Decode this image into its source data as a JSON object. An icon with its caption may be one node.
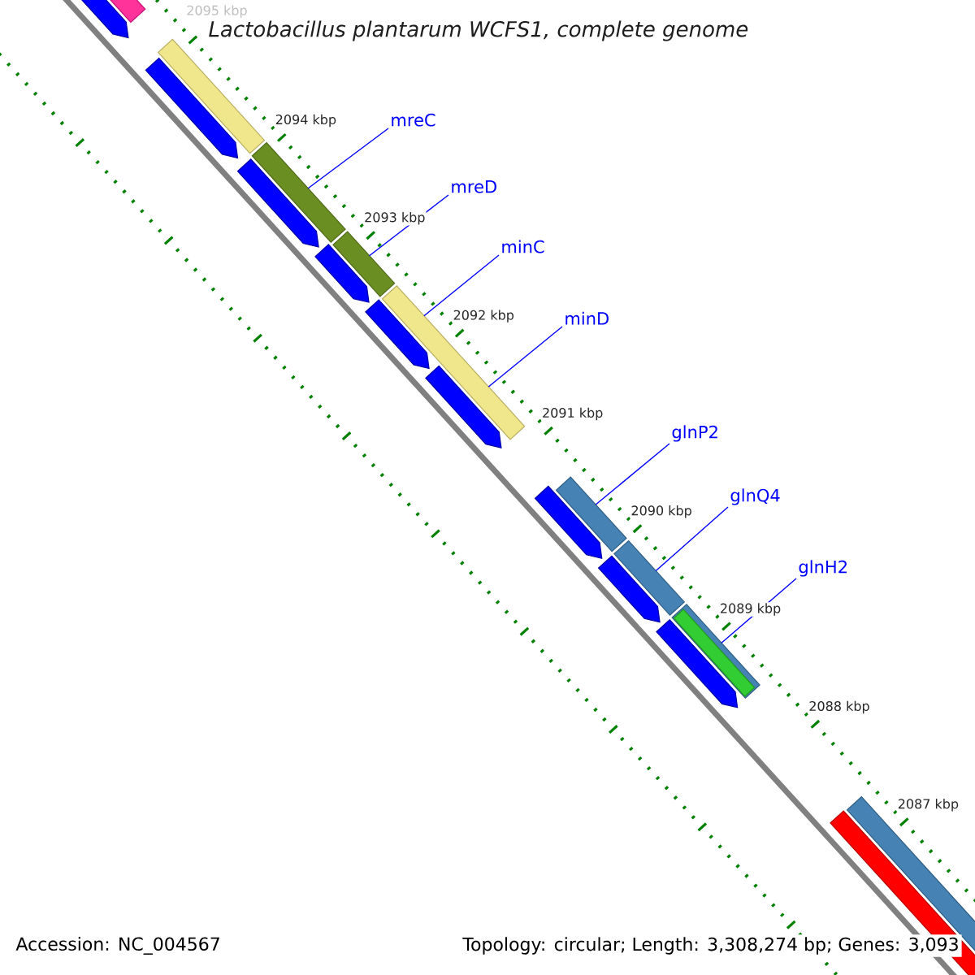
{
  "diagram": {
    "title": "Lactobacillus plantarum WCFS1, complete genome",
    "nodes": [
      {
        "text": [
          "mreC"
        ]
      },
      {
        "text": [
          "mreD"
        ]
      },
      {
        "text": [
          "minC"
        ]
      },
      {
        "text": [
          "minD"
        ]
      },
      {
        "text": [
          "glnP2"
        ]
      },
      {
        "text": [
          "glnQ4"
        ]
      },
      {
        "text": [
          "glnH2"
        ]
      },
      {
        "text": [],
        "shape": "bar"
      },
      {
        "text": [],
        "shape": "bar"
      },
      {
        "text": [],
        "shape": "bar"
      },
      {
        "text": [],
        "shape": "bar"
      },
      {
        "text": [],
        "shape": "bar"
      },
      {
        "text": [],
        "shape": "bar"
      }
    ],
    "edges": [
      {
        "from": 0,
        "to": 7,
        "arrow": "none"
      },
      {
        "from": 1,
        "to": 8,
        "arrow": "none"
      },
      {
        "from": 2,
        "to": 9,
        "arrow": "none"
      },
      {
        "from": 3,
        "to": 9,
        "arrow": "none"
      },
      {
        "from": 4,
        "to": 10,
        "arrow": "none"
      },
      {
        "from": 5,
        "to": 11,
        "arrow": "none"
      },
      {
        "from": 6,
        "to": 12,
        "arrow": "none"
      }
    ],
    "labels": [
      "2095 kbp",
      "2094 kbp",
      "2093 kbp",
      "2092 kbp",
      "2091 kbp",
      "2090 kbp",
      "2089 kbp",
      "2088 kbp",
      "2087 kbp",
      "Accession: NC_004567",
      "Topology: circular; Length: 3,308,274 bp; Genes: 3,093"
    ]
  }
}
